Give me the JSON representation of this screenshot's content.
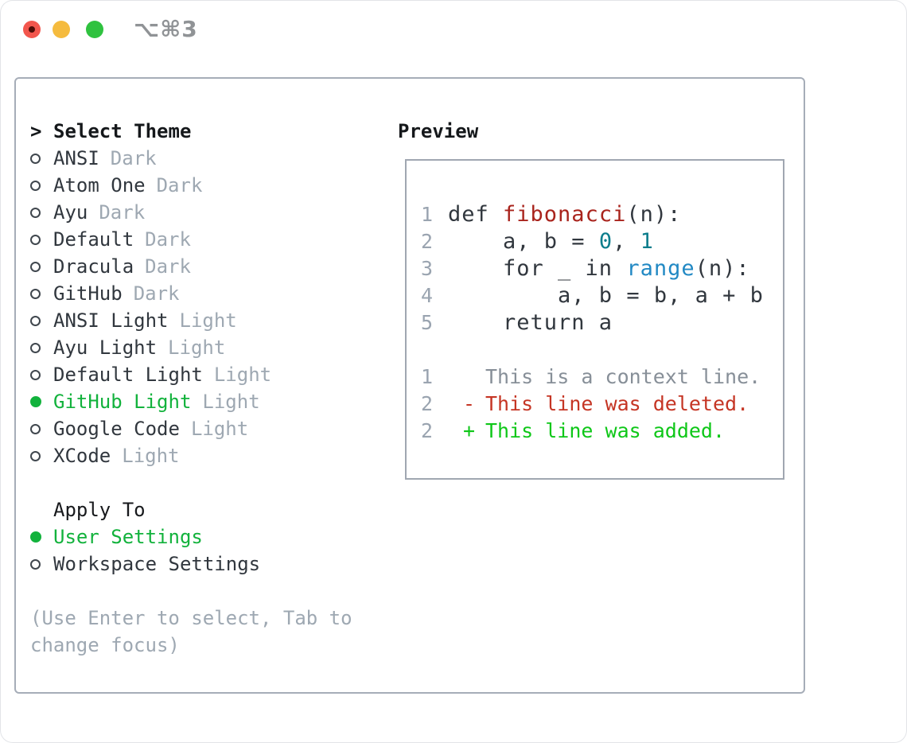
{
  "titlebar": {
    "shortcut": "⌥⌘3"
  },
  "colors": {
    "selection_green": "#12b23c",
    "added_green": "#0ec718",
    "deleted_red": "#c53524",
    "function_red": "#a9241d",
    "number_teal": "#0b7d8c",
    "builtin_blue": "#2289c4",
    "muted_gray": "#9ea8b2",
    "border_gray": "#a6adb8"
  },
  "theme_panel": {
    "header": {
      "prompt": ">",
      "label": "Select Theme"
    },
    "themes": [
      {
        "marker": "circle",
        "name": "ANSI",
        "variant": "Dark",
        "selected": false
      },
      {
        "marker": "circle",
        "name": "Atom One",
        "variant": "Dark",
        "selected": false
      },
      {
        "marker": "circle",
        "name": "Ayu",
        "variant": "Dark",
        "selected": false
      },
      {
        "marker": "circle",
        "name": "Default",
        "variant": "Dark",
        "selected": false
      },
      {
        "marker": "circle",
        "name": "Dracula",
        "variant": "Dark",
        "selected": false
      },
      {
        "marker": "circle",
        "name": "GitHub",
        "variant": "Dark",
        "selected": false
      },
      {
        "marker": "circle",
        "name": "ANSI Light",
        "variant": "Light",
        "selected": false
      },
      {
        "marker": "circle",
        "name": "Ayu Light",
        "variant": "Light",
        "selected": false
      },
      {
        "marker": "circle",
        "name": "Default Light",
        "variant": "Light",
        "selected": false
      },
      {
        "marker": "circle",
        "name": "GitHub Light",
        "variant": "Light",
        "selected": true
      },
      {
        "marker": "circle",
        "name": "Google Code",
        "variant": "Light",
        "selected": false
      },
      {
        "marker": "circle",
        "name": "XCode",
        "variant": "Light",
        "selected": false
      }
    ],
    "apply_to": {
      "label": "Apply To",
      "options": [
        {
          "label": "User Settings",
          "selected": true
        },
        {
          "label": "Workspace Settings",
          "selected": false
        }
      ]
    },
    "help_line1": "(Use Enter to select, Tab to",
    "help_line2": "change focus)"
  },
  "preview": {
    "label": "Preview",
    "code_lines": [
      {
        "num": "1",
        "s0": "def ",
        "s1": "fibonacci",
        "s2": "(n):"
      },
      {
        "num": "2",
        "s0": "    a, b = ",
        "s1": "0",
        "s2": ", ",
        "s3": "1"
      },
      {
        "num": "3",
        "s0": "    for _ in ",
        "s1": "range",
        "s2": "(n):"
      },
      {
        "num": "4",
        "s0": "        a, b = b, a + b"
      },
      {
        "num": "5",
        "s0": "    return a"
      }
    ],
    "diff_lines": [
      {
        "num": "1",
        "marker": "",
        "text": "This is a context line.",
        "type": "context"
      },
      {
        "num": "2",
        "marker": "-",
        "text": "This line was deleted.",
        "type": "deleted"
      },
      {
        "num": "2",
        "marker": "+",
        "text": "This line was added.",
        "type": "added"
      }
    ]
  }
}
